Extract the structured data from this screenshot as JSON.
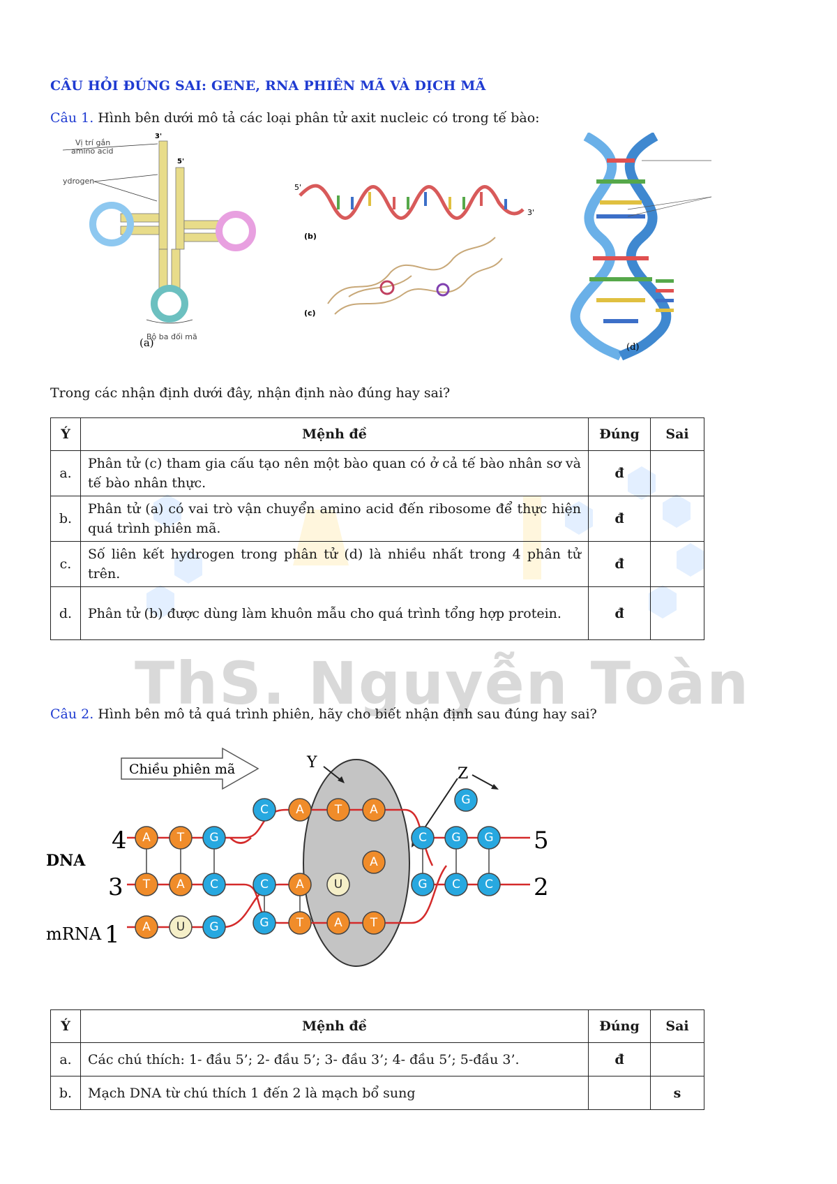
{
  "title": "CÂU HỎI ĐÚNG SAI: GENE, RNA PHIÊN MÃ VÀ DỊCH MÃ",
  "watermark": "ThS. Nguyễn Toàn",
  "q1": {
    "number": "Câu 1.",
    "text": "Hình bên dưới mô tả các loại phân tử axit nucleic có trong tế bào:",
    "figure": {
      "a_label1": "Vị trí gắn",
      "a_label2": "amino acid",
      "a_label3": "ydrogen",
      "a_label4": "Bộ ba đối mã",
      "a_3prime": "3'",
      "a_5prime": "5'",
      "caption_a": "(a)",
      "b_5prime": "5'",
      "b_3prime": "3'",
      "caption_b": "(b)",
      "caption_c": "(c)",
      "caption_d": "(d)"
    },
    "intro": "Trong các nhận định dưới đây,  nhận định nào đúng hay sai?",
    "table": {
      "headers": [
        "Ý",
        "Mệnh đề",
        "Đúng",
        "Sai"
      ],
      "rows": [
        {
          "y": "a.",
          "text": "Phân tử (c) tham gia cấu tạo nên một bào quan có ở cả tế bào nhân sơ và tế bào nhân thực.",
          "dung": "đ",
          "sai": ""
        },
        {
          "y": "b.",
          "text": "Phân tử (a) có vai trò vận chuyển amino acid đến ribosome để thực hiện quá trình phiên mã.",
          "dung": "đ",
          "sai": ""
        },
        {
          "y": "c.",
          "text": "Số liên kết hydrogen trong phân tử (d) là nhiều nhất trong 4 phân tử trên.",
          "dung": "đ",
          "sai": ""
        },
        {
          "y": "d.",
          "text": "Phân tử (b) được dùng làm khuôn mẫu cho quá trình tổng hợp protein.",
          "dung": "đ",
          "sai": ""
        }
      ]
    }
  },
  "q2": {
    "number": "Câu 2.",
    "text": "Hình bên mô tả quá trình phiên, hãy cho biết nhận định sau đúng hay sai?",
    "figure": {
      "direction": "Chiều phiên mã",
      "label_y": "Y",
      "label_z": "Z",
      "dna": "DNA",
      "mrna": "mRNA",
      "n1": "1",
      "n2": "2",
      "n3": "3",
      "n4": "4",
      "n5": "5",
      "free_nucleotide": "G",
      "strand4": [
        "A",
        "T",
        "G",
        "C",
        "A",
        "T",
        "A"
      ],
      "inside_a": "A",
      "strand5": [
        "C",
        "G",
        "G"
      ],
      "strand3": [
        "T",
        "A",
        "C",
        "C",
        "A"
      ],
      "strand2": [
        "G",
        "C",
        "C"
      ],
      "mrna_seq": [
        "A",
        "U",
        "G",
        "G",
        "T",
        "A",
        "T"
      ],
      "u_inside": "U"
    },
    "table": {
      "headers": [
        "Ý",
        "Mệnh đề",
        "Đúng",
        "Sai"
      ],
      "rows": [
        {
          "y": "a.",
          "text": "Các chú thích: 1- đầu 5’; 2- đầu 5’; 3- đầu 3’; 4- đầu 5’; 5-đầu 3’.",
          "dung": "đ",
          "sai": ""
        },
        {
          "y": "b.",
          "text": "Mạch DNA từ chú thích 1 đến 2 là mạch bổ sung",
          "dung": "",
          "sai": "s"
        }
      ]
    }
  }
}
